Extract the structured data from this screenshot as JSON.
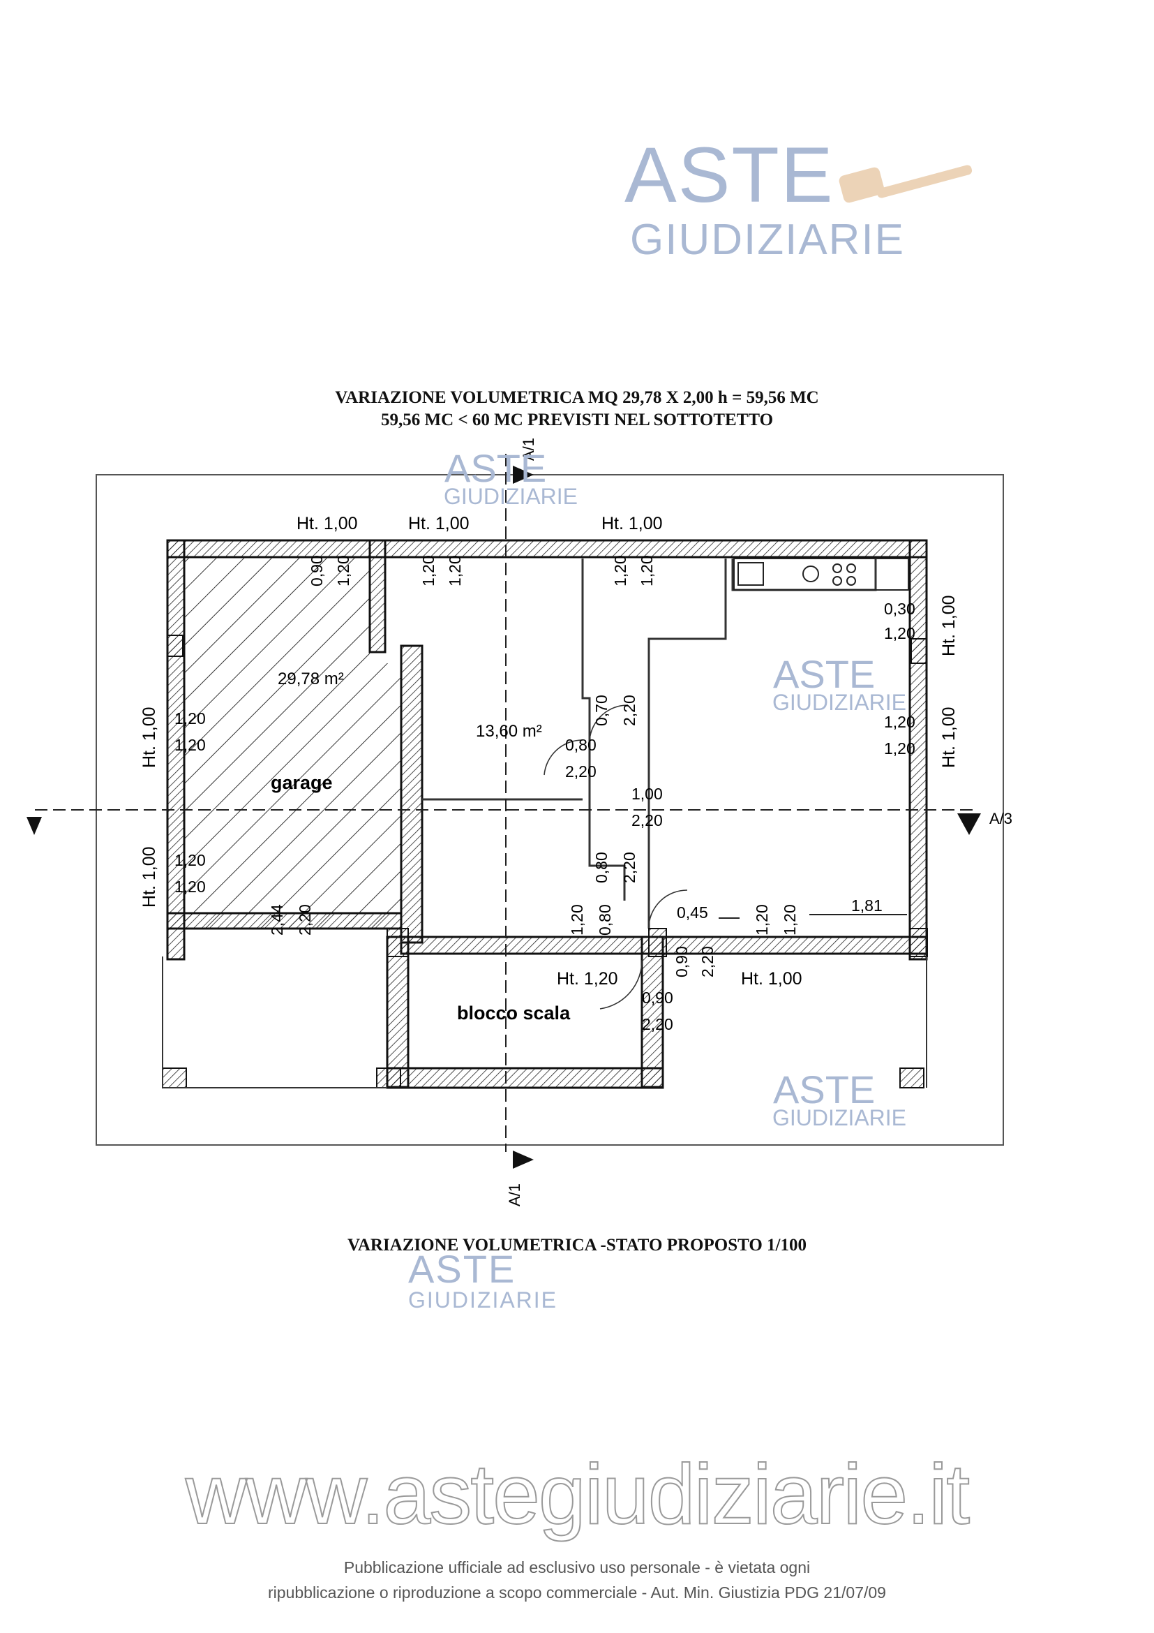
{
  "watermark": {
    "line1": "ASTE",
    "line2": "GIUDIZIARIE",
    "site": "www.astegiudiziarie.it",
    "color": "#a9b8d3"
  },
  "header": {
    "line1": "VARIAZIONE  VOLUMETRICA MQ 29,78 X 2,00 h = 59,56 MC",
    "line2": "59,56 MC < 60 MC  PREVISTI NEL SOTTOTETTO"
  },
  "plan": {
    "rooms": {
      "garage_area": "29,78 m²",
      "garage": "garage",
      "room_area": "13,60 m²",
      "stair": "blocco scala"
    },
    "section_marks": {
      "top": "A/1",
      "bottom": "A/1",
      "right": "A/3"
    },
    "window_heights": {
      "ht1": "Ht. 1,00",
      "ht2": "Ht. 1,00",
      "ht3": "Ht. 1,00",
      "ht_right1": "Ht. 1,00",
      "ht_right2": "Ht. 1,00",
      "ht_left1": "Ht. 1,00",
      "ht_left2": "Ht. 1,00",
      "ht_bottom1": "Ht. 1,20",
      "ht_bottom2": "Ht. 1,00"
    },
    "dims": {
      "d090a": "0,90",
      "d120a": "1,20",
      "d120b": "1,20",
      "d120c": "1,20",
      "d120d": "1,20",
      "d120e": "1,20",
      "d030": "0,30",
      "d120f": "1,20",
      "d120g": "1,20",
      "d120h": "1,20",
      "d120i": "1,20",
      "d120j": "1,20",
      "d120k": "1,20",
      "d120l": "1,20",
      "d070": "0,70",
      "d220a": "2,20",
      "d080a": "0,80",
      "d220b": "2,20",
      "d100": "1,00",
      "d220c": "2,20",
      "d080b": "0,80",
      "d220d": "2,20",
      "d244": "2,44",
      "d220e": "2,20",
      "d120m": "1,20",
      "d080c": "0,80",
      "d045": "0,45",
      "d120n": "1,20",
      "d120o": "1,20",
      "d181": "1,81",
      "d090b": "0,90",
      "d220f": "2,20",
      "d090c": "0,90",
      "d220g": "2,20"
    }
  },
  "caption": "VARIAZIONE  VOLUMETRICA  -STATO PROPOSTO  1/100",
  "footer": {
    "line1": "Pubblicazione ufficiale ad esclusivo uso personale - è vietata ogni",
    "line2": "ripubblicazione o riproduzione a scopo commerciale - Aut. Min. Giustizia PDG 21/07/09"
  }
}
